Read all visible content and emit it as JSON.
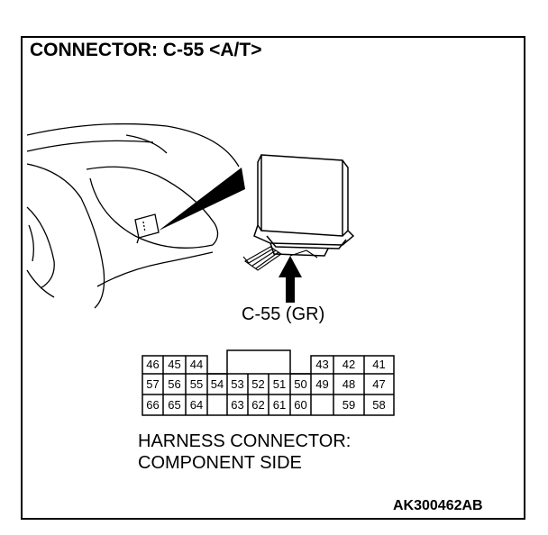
{
  "diagram": {
    "title": "CONNECTOR: C-55 <A/T>",
    "connector_label": "C-55 (GR)",
    "caption_line1": "HARNESS CONNECTOR:",
    "caption_line2": "COMPONENT SIDE",
    "figure_code": "AK300462AB"
  },
  "pins": {
    "row1": [
      "46",
      "45",
      "44",
      "43",
      "42",
      "41"
    ],
    "row2": [
      "57",
      "56",
      "55",
      "54",
      "53",
      "52",
      "51",
      "50",
      "49",
      "48",
      "47"
    ],
    "row3": [
      "66",
      "65",
      "64",
      "63",
      "62",
      "61",
      "60",
      "59",
      "58"
    ]
  }
}
